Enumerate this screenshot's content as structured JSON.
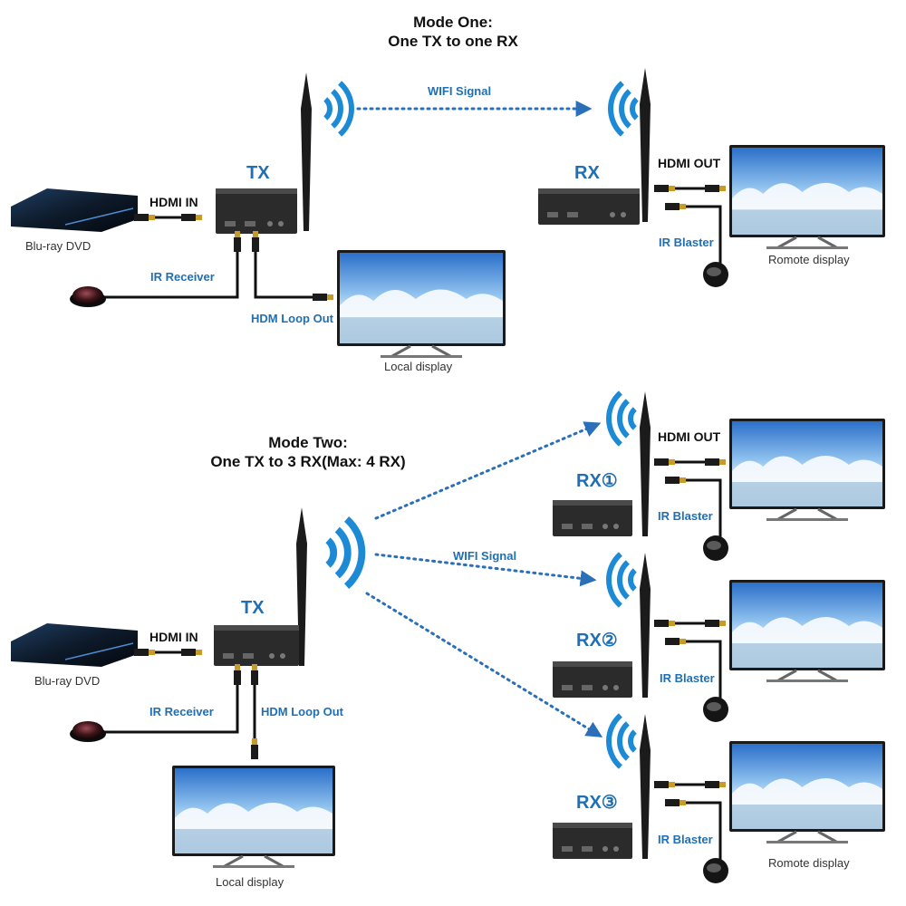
{
  "mode_one": {
    "title_line1": "Mode One:",
    "title_line2": "One TX to one RX",
    "wifi_label": "WIFI Signal",
    "tx_label": "TX",
    "rx_label": "RX",
    "hdmi_in_label": "HDMI IN",
    "source_label": "Blu-ray DVD",
    "ir_receiver_label": "IR Receiver",
    "loop_out_label": "HDM Loop Out",
    "local_display_label": "Local display",
    "hdmi_out_label": "HDMI OUT",
    "ir_blaster_label": "IR Blaster",
    "remote_display_label": "Romote display"
  },
  "mode_two": {
    "title_line1": "Mode Two:",
    "title_line2": "One TX to 3 RX(Max: 4 RX)",
    "wifi_label": "WIFI Signal",
    "tx_label": "TX",
    "hdmi_in_label": "HDMI IN",
    "source_label": "Blu-ray DVD",
    "ir_receiver_label": "IR Receiver",
    "loop_out_label": "HDM Loop Out",
    "local_display_label": "Local display",
    "hdmi_out_label": "HDMI OUT",
    "remote_display_label": "Romote display",
    "receivers": [
      {
        "label": "RX①",
        "ir_blaster_label": "IR Blaster"
      },
      {
        "label": "RX②",
        "ir_blaster_label": "IR Blaster"
      },
      {
        "label": "RX③",
        "ir_blaster_label": "IR Blaster"
      }
    ]
  },
  "colors": {
    "accent_blue": "#1f6fb5",
    "wifi_blue": "#1d8ad6",
    "device_body": "#2b2b2b",
    "cable": "#111111",
    "connector_gold": "#c79a2a"
  }
}
